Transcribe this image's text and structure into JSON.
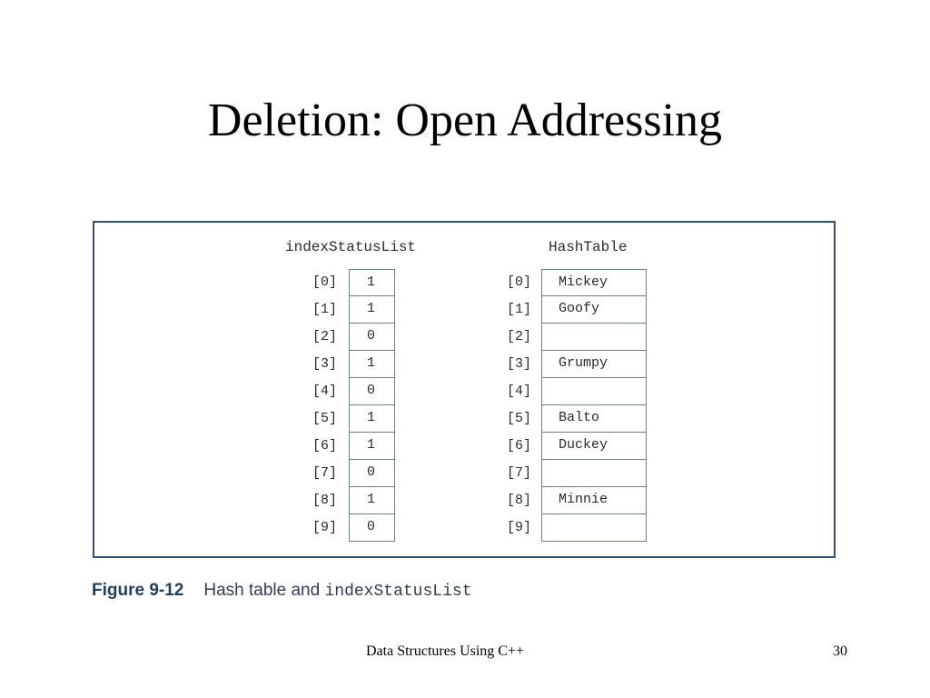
{
  "slide": {
    "title": "Deletion: Open Addressing",
    "footer_text": "Data Structures Using C++",
    "page_number": "30"
  },
  "figure": {
    "status_list_title": "indexStatusList",
    "hash_table_title": "HashTable",
    "rows": [
      {
        "index": "[0]",
        "status": "1",
        "value": "Mickey"
      },
      {
        "index": "[1]",
        "status": "1",
        "value": "Goofy"
      },
      {
        "index": "[2]",
        "status": "0",
        "value": ""
      },
      {
        "index": "[3]",
        "status": "1",
        "value": "Grumpy"
      },
      {
        "index": "[4]",
        "status": "0",
        "value": ""
      },
      {
        "index": "[5]",
        "status": "1",
        "value": "Balto"
      },
      {
        "index": "[6]",
        "status": "1",
        "value": "Duckey"
      },
      {
        "index": "[7]",
        "status": "0",
        "value": ""
      },
      {
        "index": "[8]",
        "status": "1",
        "value": "Minnie"
      },
      {
        "index": "[9]",
        "status": "0",
        "value": ""
      }
    ],
    "caption": {
      "label": "Figure 9-12",
      "text": "Hash table and ",
      "code": "indexStatusList"
    }
  }
}
